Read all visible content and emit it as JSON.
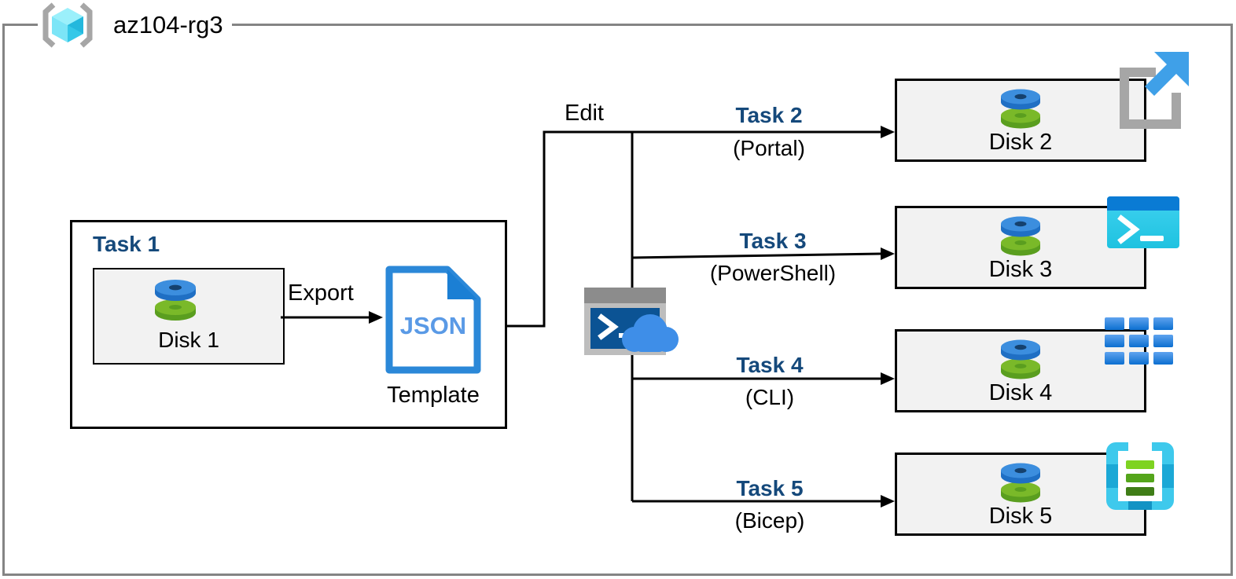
{
  "diagram": {
    "title": "az104-rg3",
    "resource_group_icon": "azure-resource-group-icon",
    "accent_blue": "#15497B",
    "box_fill": "#f2f2f2",
    "container_border": "#848484"
  },
  "task1": {
    "label": "Task 1",
    "disk": {
      "name": "Disk 1",
      "icon": "azure-disk-icon"
    },
    "export_label": "Export",
    "template": {
      "file_type": "JSON",
      "caption": "Template",
      "icon": "json-file-icon"
    }
  },
  "edit": {
    "label": "Edit",
    "cloud_shell_icon": "cloud-shell-icon"
  },
  "flows": [
    {
      "task": "Task 2",
      "tool": "(Portal)",
      "disk": "Disk 2",
      "icon": "azure-portal-icon"
    },
    {
      "task": "Task 3",
      "tool": "(PowerShell)",
      "disk": "Disk 3",
      "icon": "powershell-icon"
    },
    {
      "task": "Task 4",
      "tool": "(CLI)",
      "disk": "Disk 4",
      "icon": "azure-cli-icon"
    },
    {
      "task": "Task 5",
      "tool": "(Bicep)",
      "disk": "Disk 5",
      "icon": "bicep-icon"
    }
  ]
}
